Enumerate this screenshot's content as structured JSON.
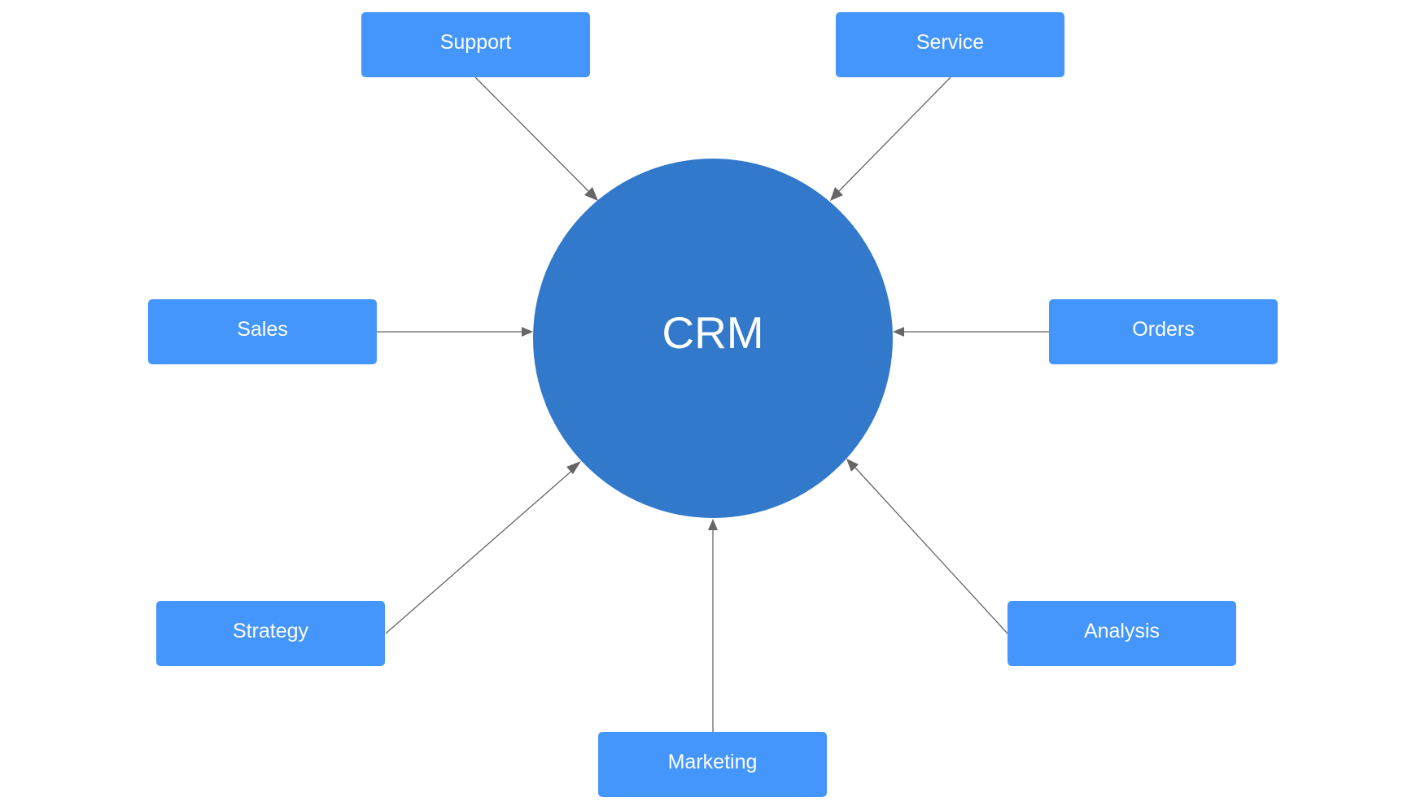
{
  "hub": {
    "label": "CRM",
    "color": "#3379cb"
  },
  "nodes": [
    {
      "id": "support",
      "label": "Support"
    },
    {
      "id": "service",
      "label": "Service"
    },
    {
      "id": "sales",
      "label": "Sales"
    },
    {
      "id": "orders",
      "label": "Orders"
    },
    {
      "id": "strategy",
      "label": "Strategy"
    },
    {
      "id": "marketing",
      "label": "Marketing"
    },
    {
      "id": "analysis",
      "label": "Analysis"
    }
  ],
  "edges": [
    {
      "from": "support",
      "to": "hub"
    },
    {
      "from": "service",
      "to": "hub"
    },
    {
      "from": "sales",
      "to": "hub"
    },
    {
      "from": "orders",
      "to": "hub"
    },
    {
      "from": "strategy",
      "to": "hub"
    },
    {
      "from": "marketing",
      "to": "hub"
    },
    {
      "from": "analysis",
      "to": "hub"
    }
  ],
  "colors": {
    "node_fill": "#4496fc",
    "connector": "#666666",
    "text": "#ffffff",
    "background": "#ffffff"
  }
}
